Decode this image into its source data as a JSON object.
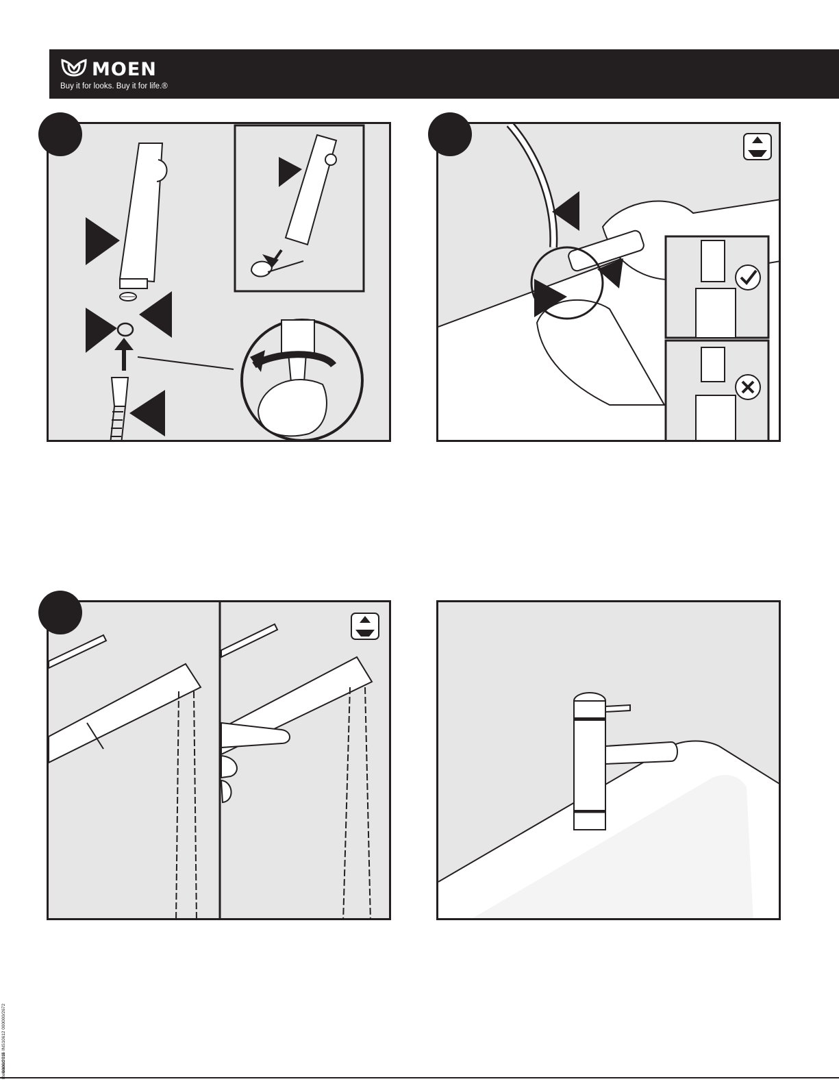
{
  "brand": {
    "name": "MOEN",
    "tagline": "Buy it for looks. Buy it for life.®"
  },
  "colors": {
    "ink": "#231f20",
    "panel_bg": "#e6e6e7",
    "white": "#ffffff"
  },
  "panels": [
    {
      "id": "panel-1",
      "has_step_marker": true,
      "icons": [
        "spray-wand-icon",
        "strainer-screen-icon",
        "o-ring-icon",
        "hose-icon",
        "hand-tighten-detail-icon",
        "cap-removal-detail-icon"
      ]
    },
    {
      "id": "panel-2",
      "has_step_marker": true,
      "icons": [
        "wrench-icon",
        "hands-icon",
        "correct-check-icon",
        "incorrect-x-icon",
        "sink-icon"
      ]
    },
    {
      "id": "panel-3",
      "has_step_marker": true,
      "icons": [
        "spout-icon",
        "water-stream-icon",
        "finger-press-icon",
        "sink-icon"
      ]
    },
    {
      "id": "panel-4",
      "has_step_marker": false,
      "icons": [
        "faucet-icon",
        "sink-basin-icon"
      ]
    }
  ],
  "footer": {
    "line1": "0000/2016  INS10612  000000/2672",
    "line2": "Released 0.0"
  }
}
